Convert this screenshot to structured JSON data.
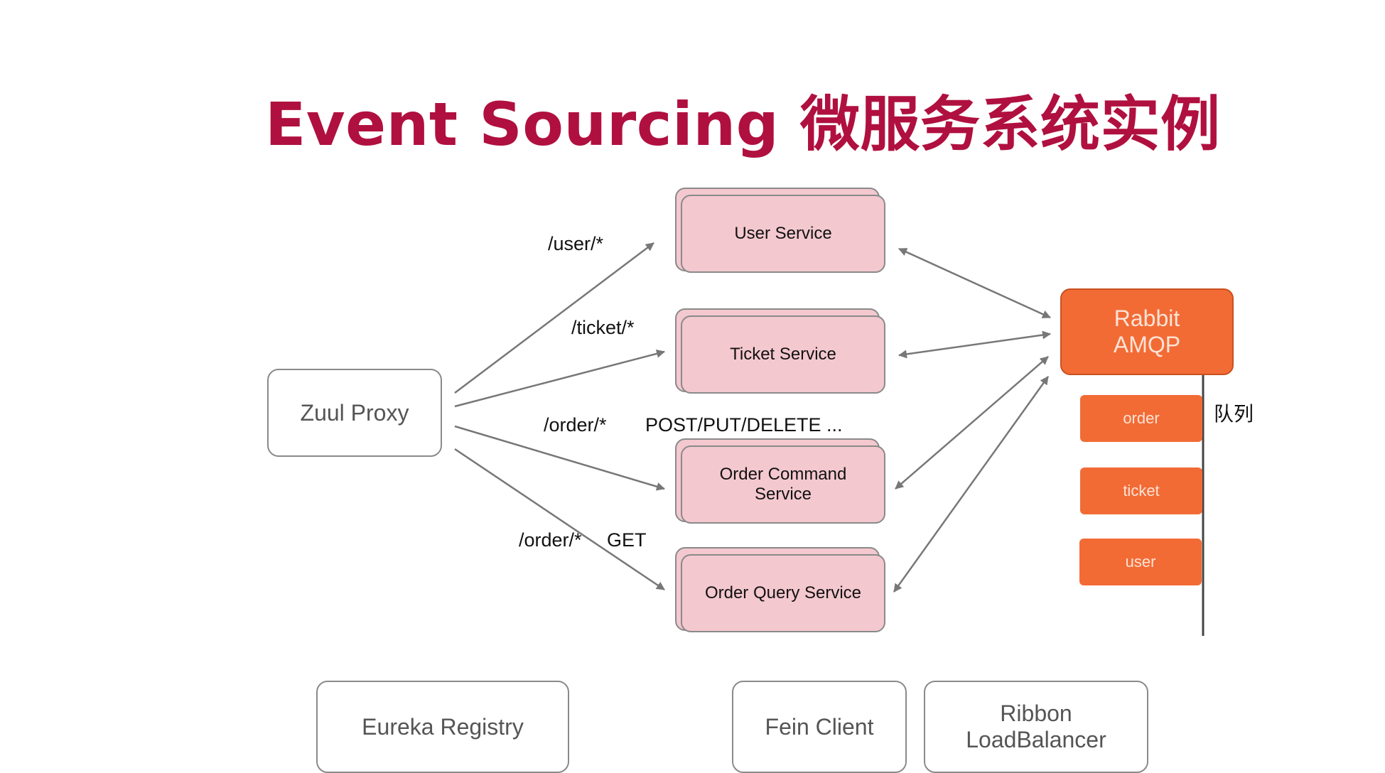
{
  "title": "Event Sourcing 微服务系统实例",
  "zuul": "Zuul Proxy",
  "services": {
    "user": "User Service",
    "ticket": "Ticket Service",
    "order_command_line1": "Order Command",
    "order_command_line2": "Service",
    "order_query": "Order Query Service"
  },
  "routes": {
    "user": "/user/*",
    "ticket": "/ticket/*",
    "order": "/order/*",
    "order_methods": "POST/PUT/DELETE ...",
    "order_get_path": "/order/*",
    "order_get_method": "GET"
  },
  "rabbit": {
    "line1": "Rabbit",
    "line2": "AMQP"
  },
  "queues": [
    "order",
    "ticket",
    "user"
  ],
  "queue_label": "队列",
  "bottom": {
    "eureka": "Eureka Registry",
    "fein": "Fein Client",
    "ribbon_line1": "Ribbon",
    "ribbon_line2": "LoadBalancer"
  },
  "colors": {
    "title": "#b0103f",
    "service_fill": "#f4c8cf",
    "rabbit_fill": "#f26b35",
    "arrow": "#777777"
  }
}
